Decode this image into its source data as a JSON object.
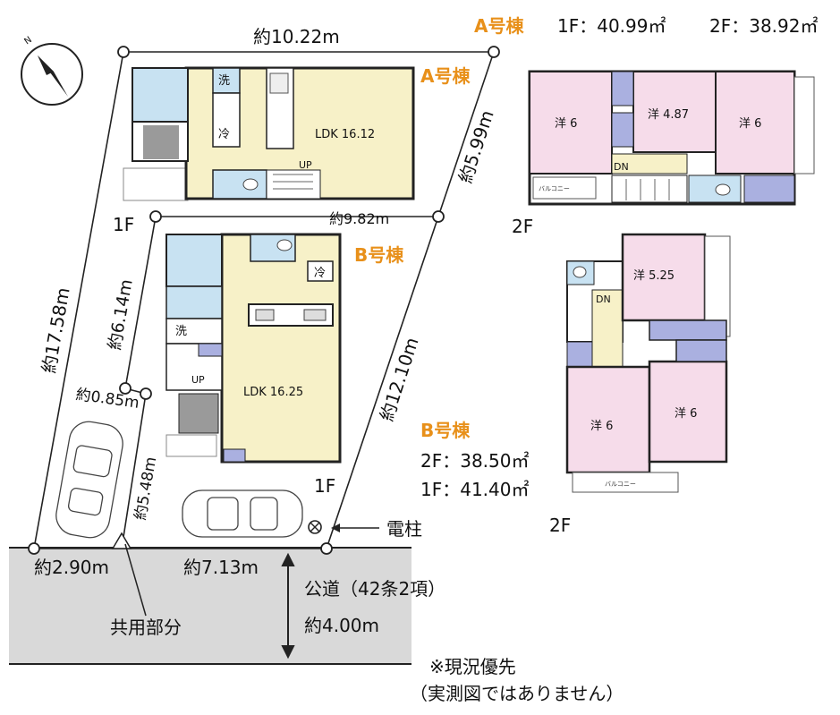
{
  "lot": {
    "top": "約10.22m",
    "left": "約17.58m",
    "upper_right": "約5.99m",
    "lower_right": "約12.10m",
    "middle": "約9.82m",
    "inner_left": "約6.14m",
    "notch": "約0.85m",
    "driveway": "約5.48m",
    "front_left": "約2.90m",
    "front_right": "約7.13m"
  },
  "road": {
    "line1": "公道（42条2項）",
    "line2": "約4.00m"
  },
  "labels": {
    "pole": "電柱",
    "shared": "共用部分"
  },
  "note": {
    "line1": "※現況優先",
    "line2": "（実測図ではありません）"
  },
  "house_a": {
    "title": "A号棟",
    "header_title": "A号棟",
    "area_1f": "1F：40.99㎡",
    "area_2f": "2F：38.92㎡",
    "floor_1f": "1F",
    "floor_2f": "2F",
    "ldk": "LDK 16.12",
    "wash": "洗",
    "fridge": "冷",
    "up": "UP",
    "dn": "DN",
    "rooms_2f": [
      "洋 6",
      "洋 4.87",
      "洋 6"
    ],
    "balcony": "バルコニー"
  },
  "house_b": {
    "title": "B号棟",
    "area_title": "B号棟",
    "area_2f": "2F：38.50㎡",
    "area_1f": "1F：41.40㎡",
    "floor_1f": "1F",
    "floor_2f": "2F",
    "ldk": "LDK 16.25",
    "wash": "洗",
    "fridge": "冷",
    "up": "UP",
    "dn": "DN",
    "rooms_2f": [
      "洋 5.25",
      "洋 6",
      "洋 6"
    ],
    "balcony": "バルコニー"
  },
  "colors": {
    "ldk": "#f7f1c8",
    "bedroom": "#f6dcea",
    "bath": "#c8e2f2",
    "closet": "#aab0e0",
    "road": "#d9d9d9",
    "accent": "#e8901a"
  },
  "icons": {
    "compass": "north-arrow-icon",
    "pole": "utility-pole-icon"
  }
}
